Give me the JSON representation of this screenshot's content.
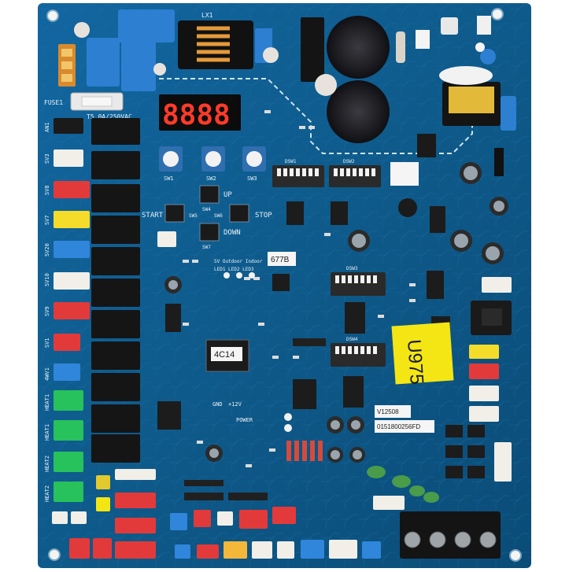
{
  "board": {
    "display_digits": "8888",
    "chip_labels": {
      "mcu": "4C14",
      "tag_top": "677B",
      "tag_version": "V12508",
      "tag_serial": "0151800256FD"
    },
    "sticker": "U975",
    "silk": {
      "start": "START",
      "stop": "STOP",
      "up": "UP",
      "down": "DOWN",
      "sw1": "SW1",
      "sw2": "SW2",
      "sw3": "SW3",
      "sw4": "SW4",
      "sw5": "SW5",
      "sw6": "SW6",
      "sw7": "SW7",
      "fuse_rating": "T5.0A/250VAC",
      "fuse": "FUSE1",
      "lx1": "LX1",
      "left_labels": [
        "AN1",
        "SV3",
        "SV8",
        "SV7",
        "SV20",
        "SV10",
        "SV9",
        "SV1",
        "4WV1",
        "HEAT1",
        "HEAT1",
        "HEAT2",
        "HEAT2"
      ],
      "dsw1": "DSW1",
      "dsw2": "DSW2",
      "dsw3": "DSW3",
      "dsw4": "DSW4",
      "gnd": "GND",
      "v12": "+12V",
      "power": "POWER",
      "outdoor": "5V Outdoor Indoor",
      "led": "LED1 LED2 LED3"
    },
    "colors": {
      "pcb": "#0e5a8a",
      "pcb_dark": "#0a4670",
      "silk": "#e8f1f7",
      "relay": "#151515",
      "cap": "#1b1b1f",
      "blue_cap": "#2c7fd1",
      "sticker": "#f3e614",
      "connector_red": "#e23a3a",
      "connector_green": "#27c25b",
      "connector_white": "#f1efe8",
      "connector_yellow": "#f6dc2a",
      "connector_blue": "#2f86da"
    }
  }
}
